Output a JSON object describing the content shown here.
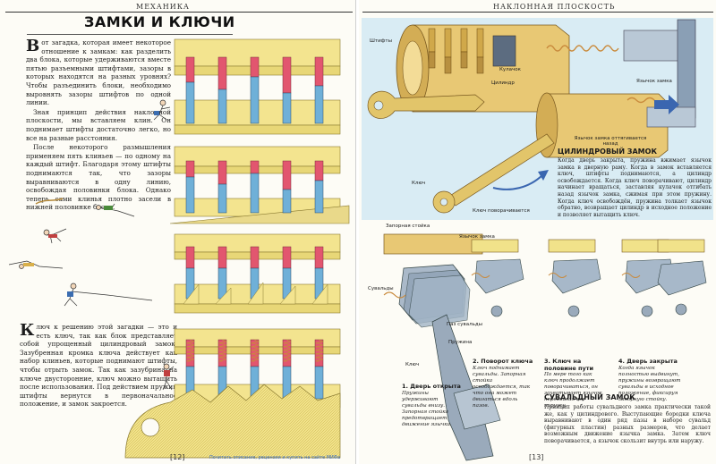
{
  "left_page": {
    "running_head": "МЕХАНИКА",
    "title": "ЗАМКИ И КЛЮЧИ",
    "intro_dropcap": "В",
    "paragraphs": [
      "от загадка, которая имеет некоторое отношение к замкам: как разделить два блока, которые удерживаются вместе пятью разъемными штифтами, зазоры в которых находятся на разных уровнях? Чтобы разъединить блоки, необходимо выровнять зазоры штифтов по одной линии.",
      "Зная принцип действия наклонной плоскости, мы вставляем клин. Он поднимает штифты достаточно легко, но все на разные расстояния.",
      "После некоторого размышления применяем пять клиньев — по одному на каждый штифт. Благодаря этому штифты поднимаются так, что зазоры выравниваются в одну линию, освобождая половинки блока. Однако теперь сами клинья плотно засели в нижней половинке блока."
    ],
    "key_dropcap": "К",
    "key_paragraph": "люч к решению этой загадки — это и есть ключ, так как блок представляет собой упрощенный цилиндровый замок. Зазубренная кромка ключа действует как набор клиньев, которые поднимают штифты, чтобы отрыть замок. Так как зазубрина на ключе двусторонние, ключ можно вытащить после использования. Под действием пружин штифты вернутся в первоначальное положение, и замок закроется.",
    "folio": "[12]",
    "footer_link": "Почитать описание, рецензии и купить на сайте МИФа"
  },
  "right_page": {
    "running_head": "НАКЛОННАЯ ПЛОСКОСТЬ",
    "cylinder_labels": {
      "pins": "Штифты",
      "cam": "Кулачок",
      "cylinder": "Цилиндр",
      "latch": "Язычок замка",
      "latch_pushed": "Язычок замка оттягивается назад",
      "key": "Ключ",
      "key_turns": "Ключ поворачивается"
    },
    "cylinder_heading": "ЦИЛИНДРОВЫЙ ЗАМОК",
    "cylinder_text": "Когда дверь закрыта, пружина вжимает язычок замка в дверную раму. Когда в замок вставляется ключ, штифты поднимаются, а цилиндр освобождается. Когда ключ поворачивают, цилиндр начинает вращаться, заставляя кулачок отгибать назад язычок замка, сжимая при этом пружину. Когда ключ освобождён, пружина толкает язычок обратно, возвращает цилиндр в исходное положение и позволяет вытащить ключ.",
    "lever_labels": {
      "strike": "Запорная стойка",
      "latch": "Язычок замка",
      "levers": "Сувальды",
      "slot": "Паз сувальды",
      "spring": "Пружина",
      "key": "Ключ"
    },
    "steps": [
      {
        "title": "1. Дверь открыта",
        "text": "Пружины удерживают сувальды внизу. Запорная стойка предотвращает движение язычка."
      },
      {
        "title": "2. Поворот ключа",
        "text": "Ключ поднимает сувальды. Запорная стойка освобождается, так что она может двигаться вдоль пазов."
      },
      {
        "title": "3. Ключ на половине пути",
        "text": "По мере того как ключ продолжает поворачиваться, он захватывает язычок, передвигая его наружу."
      },
      {
        "title": "4. Дверь закрыта",
        "text": "Когда язычок полностью выдвинут, пружины возвращают сувальды в исходное положение, фиксируя запорную стойку."
      }
    ],
    "lever_heading": "СУВАЛЬДНЫЙ ЗАМОК",
    "lever_text": "Принцип работы сувальдного замка практически такой же, как у цилиндрового. Выступающие бородки ключа выравнивают в один ряд пазы в наборе сувальд (фигурных пластин) разных размеров, что делает возможным движение язычка замка. Затем ключ поворачивается, а язычок скользит внутрь или наружу.",
    "folio": "[13]"
  },
  "colors": {
    "pin_top": "#e2566f",
    "pin_bottom": "#6fb0d8",
    "block": "#f1e28a",
    "block_shade": "#d8c356",
    "ground": "#e8e2b5",
    "panel": "#d9ecf4",
    "brass": "#e5c46a",
    "steel": "#9fb2c2",
    "spring": "#c98a3c"
  }
}
